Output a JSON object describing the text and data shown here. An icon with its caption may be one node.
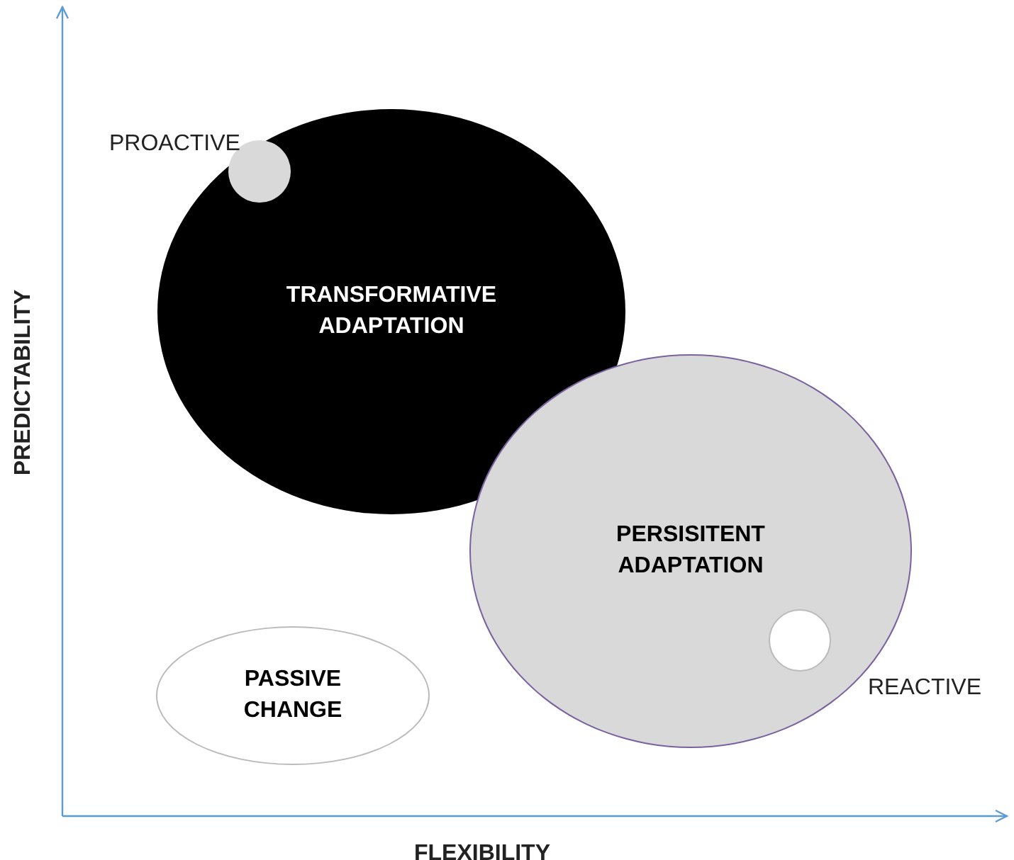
{
  "diagram": {
    "nodes": [
      {
        "text": [
          "TRANSFORMATIVE ADAPTATION"
        ]
      },
      {
        "text": [],
        "shape": "circle",
        "in": 0,
        "beside": [
          "PROACTIVE"
        ]
      },
      {
        "text": [
          "PERSISITENT ADAPTATION"
        ]
      },
      {
        "text": [],
        "shape": "circle",
        "in": 2,
        "beside": [
          "REACTIVE"
        ]
      },
      {
        "text": [
          "PASSIVE CHANGE"
        ]
      }
    ],
    "labels": [
      "PREDICTABILITY",
      "FLEXIBILITY"
    ]
  }
}
